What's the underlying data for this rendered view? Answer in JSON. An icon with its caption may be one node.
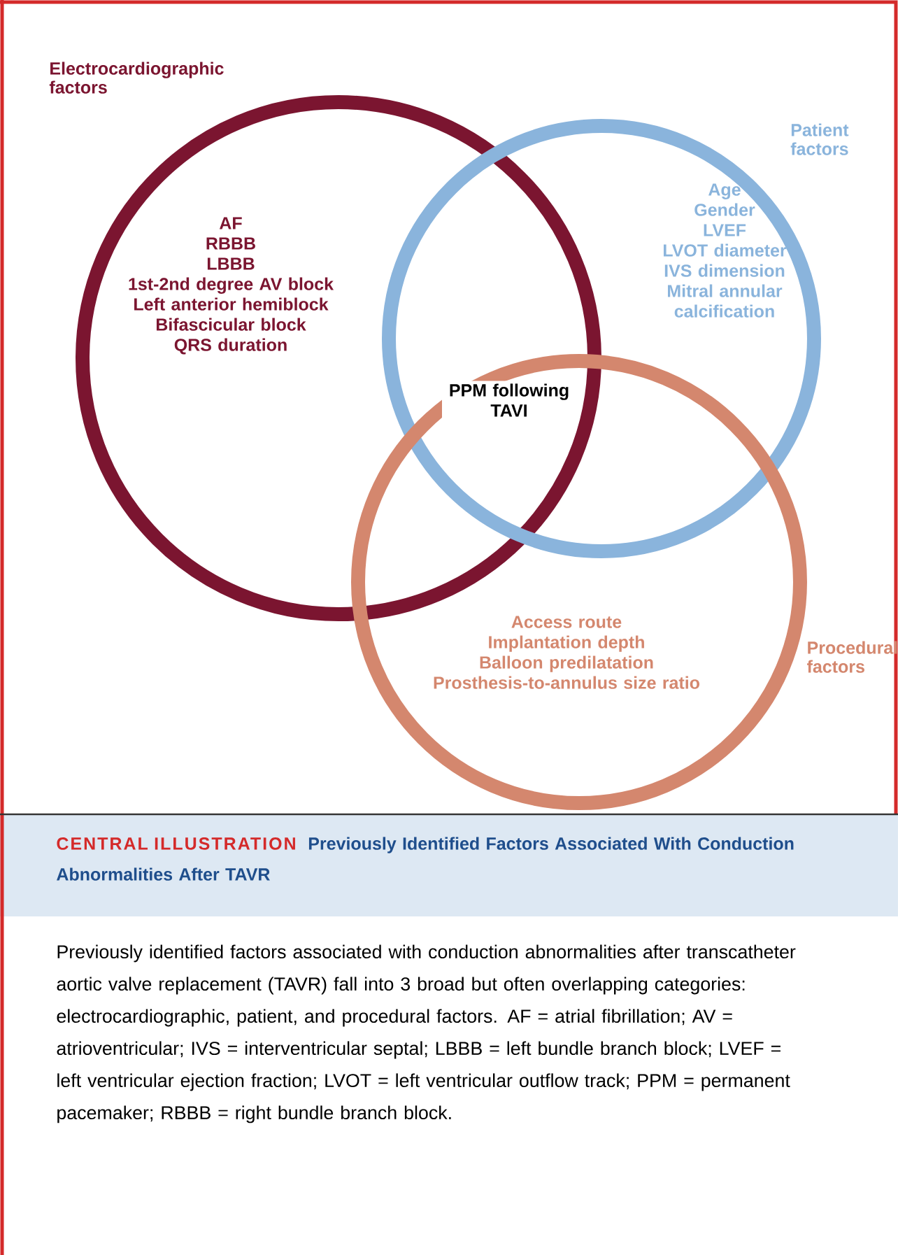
{
  "diagram": {
    "title": "Previously Identified Factors Associated With Conduction Abnormalities After TAVR",
    "caption": "Previously identified factors associated with conduction abnormalities after transcatheter aortic valve replacement (TAVR) fall into 3 broad but often overlapping categories: electrocardiographic, patient, and procedural factors. AF = atrial fibrillation; AV = atrioventricular; IVS = interventricular septal; LBBB = left bundle branch block; LVEF = left ventricular ejection fraction; LVOT = left ventricular outflow track; PPM = permanent pacemaker; RBBB = right bundle branch block.",
    "nodes": [
      {
        "text": [
          "Electrocardiographic factors",
          "AF",
          "RBBB",
          "LBBB",
          "1st-2nd degree AV block",
          "Left anterior hemiblock",
          "Bifascicular block",
          "QRS duration"
        ]
      },
      {
        "text": [
          "Patient factors",
          "Age",
          "Gender",
          "LVEF",
          "LVOT diameter",
          "IVS dimension",
          "Mitral annular calcification"
        ]
      },
      {
        "text": [
          "Procedural factors",
          "Access route",
          "Implantation depth",
          "Balloon predilatation",
          "Prosthesis-to-annulus size ratio"
        ]
      },
      {
        "text": [
          "PPM following TAVI"
        ]
      }
    ],
    "labels": [
      "CENTRAL ILLUSTRATION"
    ]
  }
}
